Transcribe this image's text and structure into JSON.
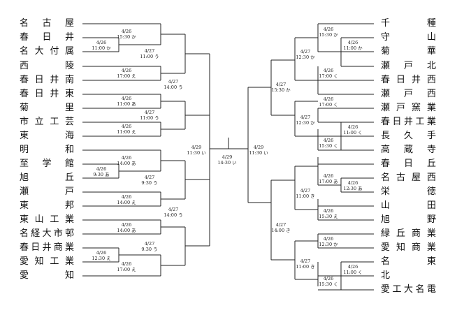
{
  "left_teams": [
    "名古屋",
    "春日井",
    "名大付属",
    "西陵",
    "春日井南",
    "春日井東",
    "菊里",
    "市立工芸",
    "東海",
    "明和",
    "至学館",
    "旭丘",
    "瀬戸",
    "東邦",
    "東山工業",
    "名経大市邨",
    "春日井商業",
    "愛知工業",
    "愛知"
  ],
  "right_teams": [
    "千種",
    "守山",
    "菊華",
    "瀬戸北",
    "春日井西",
    "瀬戸西",
    "瀬戸窯業",
    "春日井工業",
    "長久手",
    "高蔵寺",
    "春日丘",
    "名古屋西",
    "栄徳",
    "山田",
    "旭野",
    "緑丘商業",
    "愛知商業",
    "名東",
    "北",
    "愛工大名電"
  ],
  "matches": [
    {
      "id": "L-r1-a",
      "date": "4/26",
      "time": "11:00 か"
    },
    {
      "id": "L-r2-a",
      "date": "4/26",
      "time": "15:30 か"
    },
    {
      "id": "L-r2-b",
      "date": "4/26",
      "time": "17:00 え"
    },
    {
      "id": "L-r2-c",
      "date": "4/26",
      "time": "11:00 あ"
    },
    {
      "id": "L-r2-d",
      "date": "4/26",
      "time": "11:00 え"
    },
    {
      "id": "L-r3-a",
      "date": "4/27",
      "time": "11:00 う"
    },
    {
      "id": "L-r3-b",
      "date": "4/27",
      "time": "11:00 う"
    },
    {
      "id": "L-r4-a",
      "date": "4/27",
      "time": "14:00 う"
    },
    {
      "id": "L-r1-b",
      "date": "4/26",
      "time": "9:30 あ"
    },
    {
      "id": "L-r2-e",
      "date": "4/26",
      "time": "14:00 あ"
    },
    {
      "id": "L-r2-f",
      "date": "4/26",
      "time": "14:00 え"
    },
    {
      "id": "L-r1-c",
      "date": "4/26",
      "time": "12:30 え"
    },
    {
      "id": "L-r2-g",
      "date": "4/26",
      "time": "14:00 あ"
    },
    {
      "id": "L-r2-h",
      "date": "4/26",
      "time": "17:00 え"
    },
    {
      "id": "L-r3-c",
      "date": "4/27",
      "time": "9:30 う"
    },
    {
      "id": "L-r3-d",
      "date": "4/27",
      "time": "9:30 う"
    },
    {
      "id": "L-r4-b",
      "date": "4/27",
      "time": "14:00 う"
    },
    {
      "id": "L-semi",
      "date": "4/29",
      "time": "11:30 い"
    },
    {
      "id": "final",
      "date": "4/29",
      "time": "14:30 い"
    },
    {
      "id": "R-semi",
      "date": "4/29",
      "time": "11:30 い"
    },
    {
      "id": "R-r4-a",
      "date": "4/27",
      "time": "15:30 か"
    },
    {
      "id": "R-r3-a",
      "date": "4/27",
      "time": "12:30 か"
    },
    {
      "id": "R-r3-b",
      "date": "4/27",
      "time": "12:30 か"
    },
    {
      "id": "R-r2-a",
      "date": "4/26",
      "time": "15:30 か"
    },
    {
      "id": "R-r1-a",
      "date": "4/26",
      "time": "11:00 か"
    },
    {
      "id": "R-r2-b",
      "date": "4/26",
      "time": "17:00 く"
    },
    {
      "id": "R-r2-c",
      "date": "4/26",
      "time": "17:00 く"
    },
    {
      "id": "R-r2-d",
      "date": "4/26",
      "time": "15:30 く"
    },
    {
      "id": "R-r1-b",
      "date": "4/26",
      "time": "11:00 く"
    },
    {
      "id": "R-r4-b",
      "date": "4/27",
      "time": "14:00 き"
    },
    {
      "id": "R-r3-c",
      "date": "4/27",
      "time": "11:00 き"
    },
    {
      "id": "R-r3-d",
      "date": "4/27",
      "time": "11:00 き"
    },
    {
      "id": "R-r2-e",
      "date": "4/26",
      "time": "17:00 あ"
    },
    {
      "id": "R-r1-c",
      "date": "4/26",
      "time": "12:30 あ"
    },
    {
      "id": "R-r2-f",
      "date": "4/26",
      "time": "15:30 え"
    },
    {
      "id": "R-r2-g",
      "date": "4/26",
      "time": "12:30 か"
    },
    {
      "id": "R-r2-h",
      "date": "4/26",
      "time": "15:30 く"
    },
    {
      "id": "R-r1-d",
      "date": "4/26",
      "time": "11:00 く"
    }
  ]
}
